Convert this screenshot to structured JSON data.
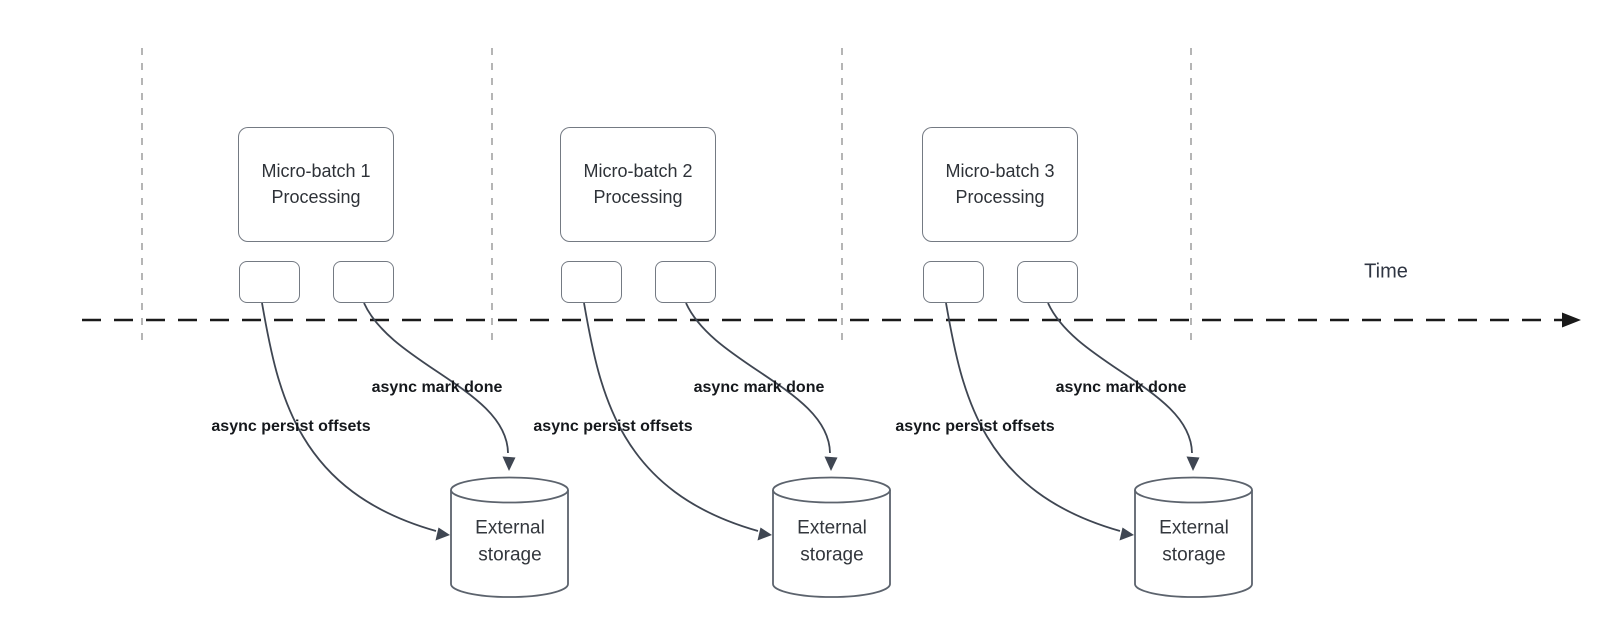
{
  "diagram": {
    "time_axis_label": "Time",
    "sections": [
      {
        "title_line1": "Micro-batch 1",
        "title_line2": "Processing",
        "persist_arrow_label": "async persist offsets",
        "mark_done_arrow_label": "async mark done",
        "storage_line1": "External",
        "storage_line2": "storage"
      },
      {
        "title_line1": "Micro-batch 2",
        "title_line2": "Processing",
        "persist_arrow_label": "async persist offsets",
        "mark_done_arrow_label": "async mark done",
        "storage_line1": "External",
        "storage_line2": "storage"
      },
      {
        "title_line1": "Micro-batch 3",
        "title_line2": "Processing",
        "persist_arrow_label": "async persist offsets",
        "mark_done_arrow_label": "async mark done",
        "storage_line1": "External",
        "storage_line2": "storage"
      }
    ],
    "colors": {
      "background": "#ffffff",
      "box_border": "#747a83",
      "cylinder_border": "#5c636d",
      "connector_stroke": "#3f4652",
      "timeline_stroke": "#1a1a1a",
      "phase_divider_stroke": "#b5b5b5",
      "title_text": "#2e3238",
      "bold_label_text": "#15181c"
    }
  }
}
